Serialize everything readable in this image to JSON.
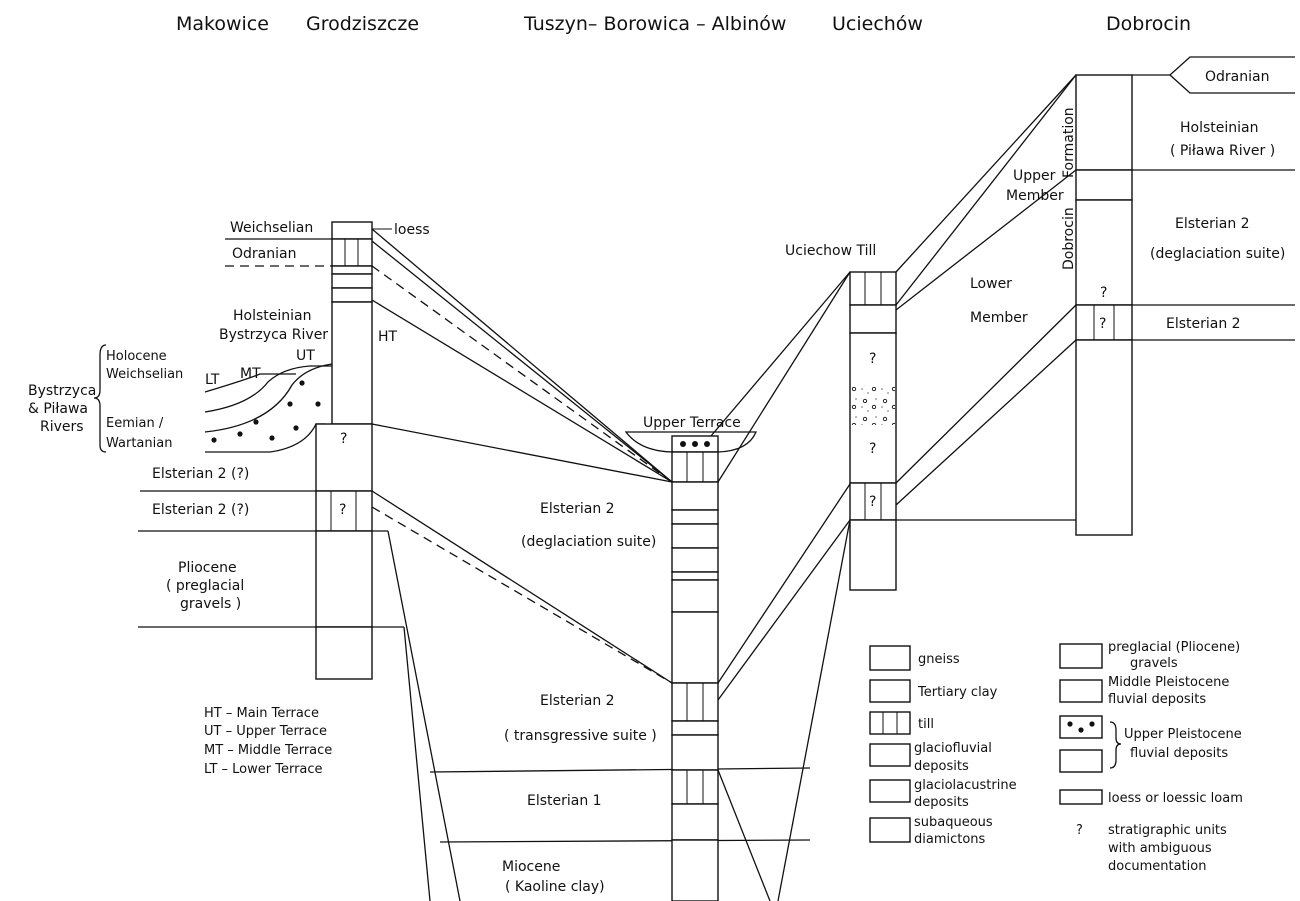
{
  "headers": {
    "makowice": "Makowice",
    "grodziszcze": "Grodziszcze",
    "tuszyn": "Tuszyn– Borowica – Albinów",
    "uciechow": "Uciechów",
    "dobrocin": "Dobrocin"
  },
  "grodziszcze_labels": {
    "weichselian": "Weichselian",
    "loess": "loess",
    "odranian": "Odranian",
    "holsteinian": "Holsteinian",
    "bystrzyca_river": "Bystrzyca River",
    "ht": "HT",
    "ut": "UT",
    "mt": "MT",
    "lt": "LT",
    "rivers_line1": "Bystrzyca",
    "rivers_line2": "& Piława",
    "rivers_line3": "Rivers",
    "holocene": "Holocene",
    "weichselian2": "Weichselian",
    "eemian": "Eemian /",
    "wartanian": "Wartanian",
    "elsterian2_q_a": "Elsterian  2    (?)",
    "elsterian2_q_b": "Elsterian  2    (?)",
    "pliocene": "Pliocene",
    "preglacial": "( preglacial",
    "gravels": "gravels )",
    "q_a": "?",
    "q_b": "?"
  },
  "terrace_key": {
    "ht": "HT – Main Terrace",
    "ut": "UT – Upper Terrace",
    "mt": "MT – Middle Terrace",
    "lt": "LT – Lower Terrace"
  },
  "tuszyn_labels": {
    "upper_terrace": "Upper Terrace",
    "elsterian2_a": "Elsterian  2",
    "deglaciation": "(deglaciation suite)",
    "elsterian2_b": "Elsterian  2",
    "transgressive": "( transgressive suite )",
    "elsterian1": "Elsterian  1",
    "miocene": "Miocene",
    "kaoline": "( Kaoline  clay)"
  },
  "uciechow_labels": {
    "till": "Uciechow Till",
    "q1": "?",
    "q2": "?",
    "q3": "?"
  },
  "dobrocin_labels": {
    "odranian": "Odranian",
    "holsteinian": "Holsteinian",
    "pilawa": "( Piława River )",
    "formation": "Formation",
    "dobrocin": "Dobrocin",
    "upper": "Upper",
    "member1": "Member",
    "lower": "Lower",
    "member2": "Member",
    "elsterian2_a": "Elsterian  2",
    "deglaciation": "(deglaciation suite)",
    "elsterian2_b": "Elsterian  2",
    "q1": "?",
    "q2": "?"
  },
  "legend": {
    "gneiss": "gneiss",
    "tertiary_clay": "Tertiary clay",
    "till": "till",
    "glaciofluvial_1": "glaciofluvial",
    "glaciofluvial_2": "deposits",
    "glaciolacustrine_1": "glaciolacustrine",
    "glaciolacustrine_2": "deposits",
    "subaqueous_1": "subaqueous",
    "subaqueous_2": "diamictons",
    "preglacial_1": "preglacial (Pliocene)",
    "preglacial_2": "gravels",
    "middle_pleist_1": "Middle Pleistocene",
    "middle_pleist_2": "fluvial deposits",
    "upper_pleist_1": "Upper Pleistocene",
    "upper_pleist_2": "fluvial deposits",
    "loess": "loess or loessic loam",
    "q": "?",
    "ambig_1": "stratigraphic units",
    "ambig_2": "with ambiguous",
    "ambig_3": "documentation"
  }
}
